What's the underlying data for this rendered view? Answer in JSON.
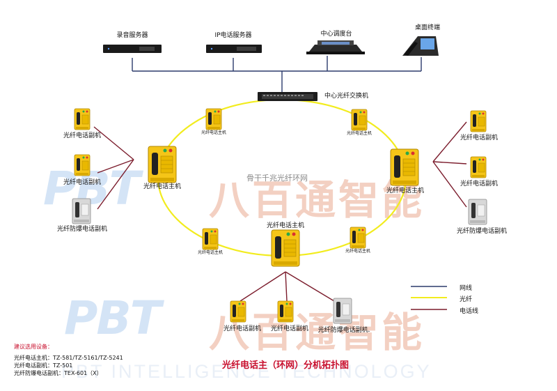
{
  "servers": {
    "recording": "录音服务器",
    "ip_phone": "IP电话服务器",
    "dispatch": "中心调度台",
    "desktop": "桌面终端"
  },
  "core_switch": "中心光纤交换机",
  "ring_label": "骨干千兆光纤环网",
  "host_label": "光纤电话主机",
  "host_small_label": "光纤电话主机",
  "ext_label": "光纤电话副机",
  "explosion_label": "光纤防爆电话副机",
  "explosion_label_bottom": "光纤防爆电话副机.",
  "legend": {
    "network": "网线",
    "fiber": "光纤",
    "phone_line": "电话线",
    "colors": {
      "network": "#2b3a6b",
      "fiber": "#f2ec1e",
      "phone_line": "#7b1c2c"
    }
  },
  "title": "光纤电话主（环网）分机拓扑图",
  "notes": {
    "heading": "建议选用设备：",
    "lines": [
      "光纤电话主机：TZ-581/TZ-5161/TZ-5241",
      "光纤电话副机：TZ-501",
      "光纤防爆电话副机：TEX-601（X）"
    ]
  },
  "watermark": {
    "logo": "PBT",
    "brand": "八百通智能",
    "english": "PBT INTELLIGENCE TECHNOLOGY"
  }
}
